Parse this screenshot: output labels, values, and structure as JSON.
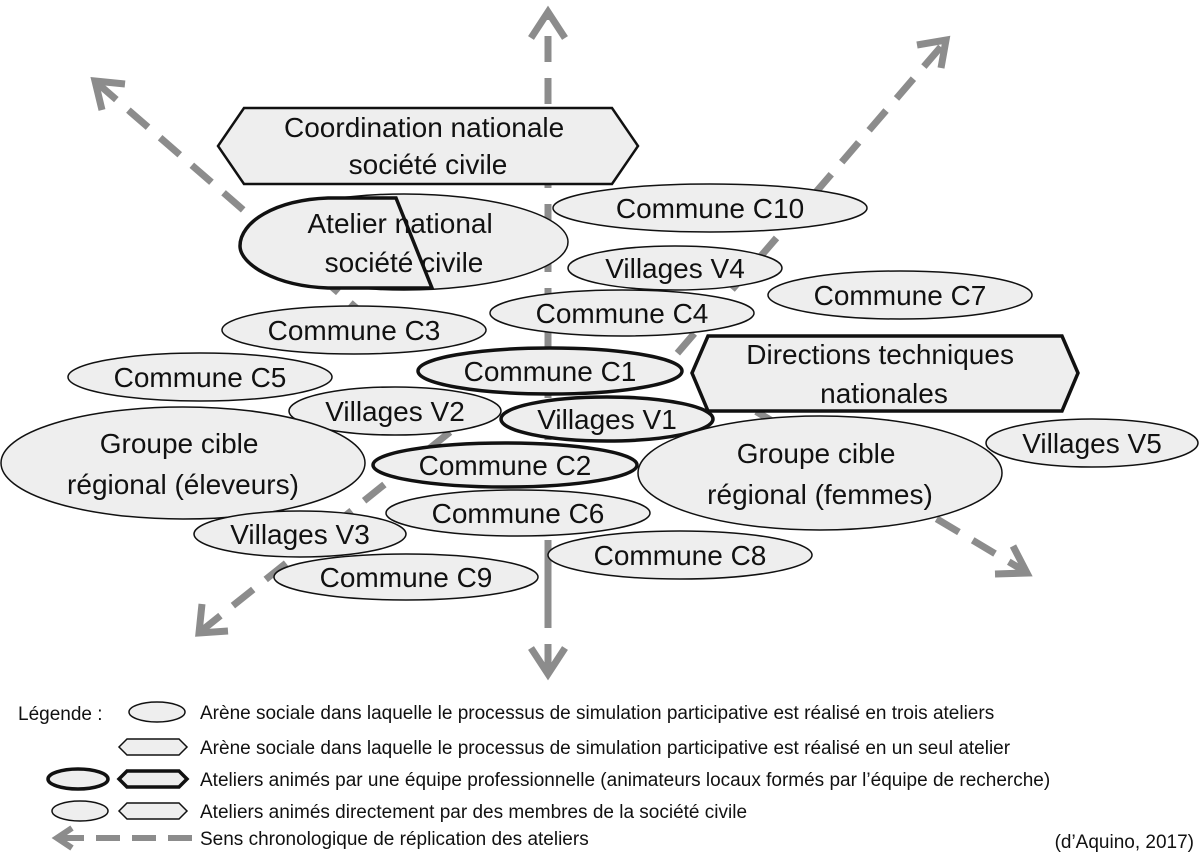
{
  "colors": {
    "arrow": "#8c8c8c",
    "fill": "#eeeeee",
    "stroke": "#111111"
  },
  "arrows": [
    {
      "name": "arrow-up",
      "direction": "up"
    },
    {
      "name": "arrow-down",
      "direction": "down"
    },
    {
      "name": "arrow-up-left",
      "direction": "up-left"
    },
    {
      "name": "arrow-down-right",
      "direction": "down-right"
    },
    {
      "name": "arrow-up-right",
      "direction": "up-right"
    },
    {
      "name": "arrow-down-left",
      "direction": "down-left"
    }
  ],
  "nodes": {
    "coordination": {
      "lines": [
        "Coordination nationale",
        "société civile"
      ],
      "shape": "hexagon",
      "facilitation": "civil-society"
    },
    "atelier_national": {
      "lines": [
        "Atelier national",
        "société civile"
      ],
      "shape": "hexagon-ellipse",
      "facilitation": "professional"
    },
    "commune_c10": {
      "lines": [
        "Commune C10"
      ],
      "shape": "ellipse",
      "facilitation": "civil-society"
    },
    "villages_v4": {
      "lines": [
        "Villages V4"
      ],
      "shape": "ellipse",
      "facilitation": "civil-society"
    },
    "commune_c7": {
      "lines": [
        "Commune C7"
      ],
      "shape": "ellipse",
      "facilitation": "civil-society"
    },
    "commune_c4": {
      "lines": [
        "Commune C4"
      ],
      "shape": "ellipse",
      "facilitation": "civil-society"
    },
    "commune_c3": {
      "lines": [
        "Commune C3"
      ],
      "shape": "ellipse",
      "facilitation": "civil-society"
    },
    "directions": {
      "lines": [
        "Directions techniques",
        "nationales"
      ],
      "shape": "hexagon",
      "facilitation": "professional"
    },
    "commune_c1": {
      "lines": [
        "Commune C1"
      ],
      "shape": "ellipse",
      "facilitation": "professional"
    },
    "commune_c5": {
      "lines": [
        "Commune C5"
      ],
      "shape": "ellipse",
      "facilitation": "civil-society"
    },
    "villages_v2": {
      "lines": [
        "Villages V2"
      ],
      "shape": "ellipse",
      "facilitation": "civil-society"
    },
    "villages_v1": {
      "lines": [
        "Villages V1"
      ],
      "shape": "ellipse",
      "facilitation": "professional"
    },
    "villages_v5": {
      "lines": [
        "Villages V5"
      ],
      "shape": "ellipse",
      "facilitation": "civil-society"
    },
    "groupe_eleveurs": {
      "lines": [
        "Groupe cible",
        "régional (éleveurs)"
      ],
      "shape": "ellipse",
      "facilitation": "civil-society"
    },
    "groupe_femmes": {
      "lines": [
        "Groupe cible",
        "régional (femmes)"
      ],
      "shape": "ellipse",
      "facilitation": "civil-society"
    },
    "commune_c2": {
      "lines": [
        "Commune C2"
      ],
      "shape": "ellipse",
      "facilitation": "professional"
    },
    "commune_c6": {
      "lines": [
        "Commune C6"
      ],
      "shape": "ellipse",
      "facilitation": "civil-society"
    },
    "villages_v3": {
      "lines": [
        "Villages V3"
      ],
      "shape": "ellipse",
      "facilitation": "civil-society"
    },
    "commune_c8": {
      "lines": [
        "Commune C8"
      ],
      "shape": "ellipse",
      "facilitation": "civil-society"
    },
    "commune_c9": {
      "lines": [
        "Commune C9"
      ],
      "shape": "ellipse",
      "facilitation": "civil-society"
    }
  },
  "legend": {
    "title": "Légende :",
    "items": [
      {
        "symbol": "ellipse-thin",
        "text": "Arène sociale dans laquelle le processus de simulation participative est réalisé en trois ateliers"
      },
      {
        "symbol": "hexagon-thin",
        "text": "Arène sociale dans laquelle le processus de simulation participative est réalisé en un seul atelier"
      },
      {
        "symbol": "ellipse-hexagon-thick",
        "text": "Ateliers animés par une équipe professionnelle (animateurs locaux formés par l’équipe de recherche)"
      },
      {
        "symbol": "ellipse-hexagon-thin",
        "text": "Ateliers animés directement par des membres de la société civile"
      },
      {
        "symbol": "dashed-arrow",
        "text": "Sens chronologique de réplication des ateliers"
      }
    ]
  },
  "source": "(d’Aquino, 2017)"
}
